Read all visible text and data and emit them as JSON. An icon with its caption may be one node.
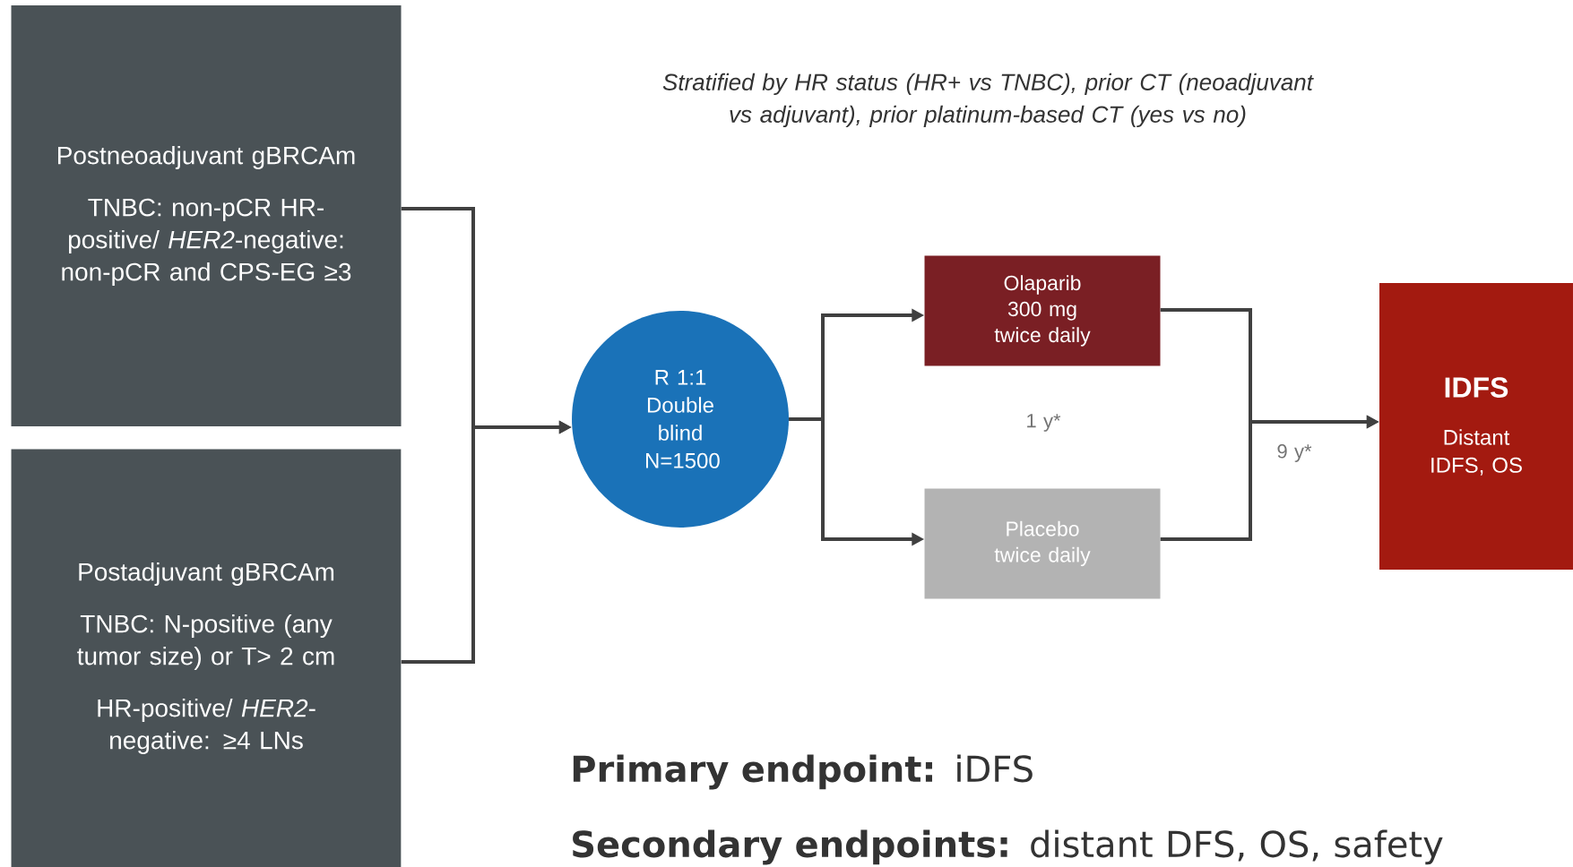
{
  "diagram": {
    "nodes": [
      {
        "text": [
          "Postneoadjuvant gBRCAm",
          "TNBC: non-pCR HR-positive/ *HER2*-negative: non-pCR and CPS-EG ≥3"
        ]
      },
      {
        "text": [
          "Postadjuvant gBRCAm",
          "TNBC: N-positive (any tumor size) or T> 2 cm",
          "HR-positive/ *HER2*-negative: ≥4 LNs"
        ]
      },
      {
        "text": [
          "R 1:1 Double blind N=1500"
        ]
      },
      {
        "text": [
          "Olaparib 300 mg twice daily"
        ]
      },
      {
        "text": [
          "Placebo twice daily"
        ]
      },
      {
        "text": [
          "IDFS",
          "Distant IDFS, OS"
        ]
      }
    ],
    "edges": [
      {
        "from": 0,
        "to": 2,
        "arrow": "to"
      },
      {
        "from": 1,
        "to": 2,
        "arrow": "to"
      },
      {
        "from": 2,
        "to": 3,
        "arrow": "to"
      },
      {
        "from": 2,
        "to": 4,
        "arrow": "to"
      },
      {
        "from": 3,
        "to": 5,
        "arrow": "to"
      },
      {
        "from": 4,
        "to": 5,
        "arrow": "to"
      }
    ],
    "labels": [
      "Stratified by HR status (HR+ vs TNBC), prior CT (neoadjuvant vs adjuvant), prior platinum-based CT (yes vs no)",
      "1 y*",
      "9 y*",
      "**Primary endpoint:** iDFS",
      "**Secondary endpoints:** distant DFS, OS, safety"
    ]
  }
}
